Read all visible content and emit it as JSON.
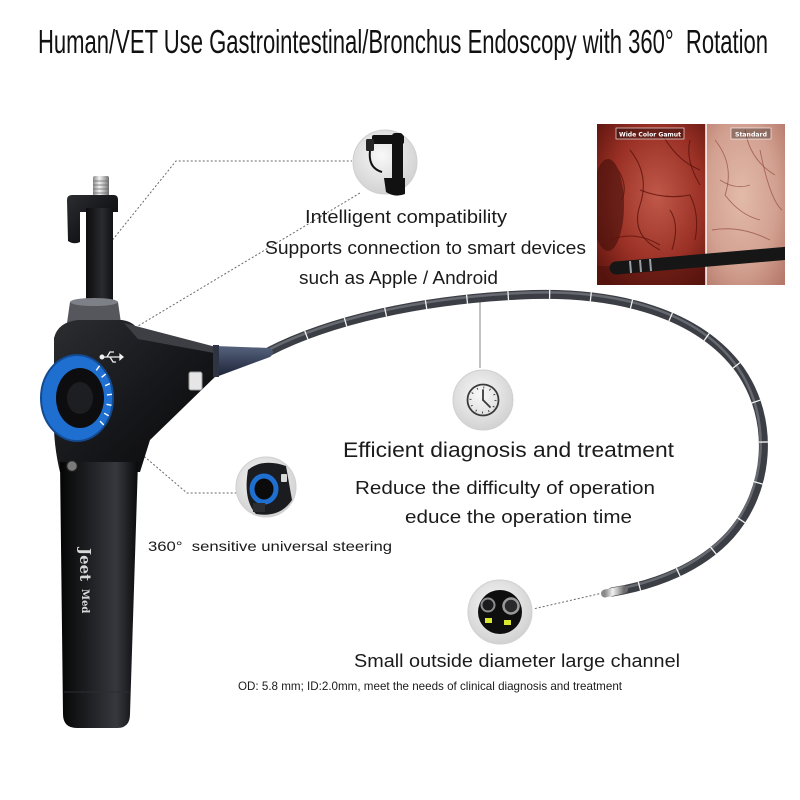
{
  "title": "Human/VET Use Gastrointestinal/Bronchus Endoscopy with 360°  Rotation",
  "brand": {
    "primary": "Jeet",
    "secondary": "Med"
  },
  "features": {
    "compatibility": {
      "heading": "Intelligent compatibility",
      "lines": [
        "Supports connection to smart devices",
        "such as Apple / Android"
      ],
      "icon": "phone-holder-icon"
    },
    "efficiency": {
      "heading": "Efficient diagnosis and treatment",
      "lines": [
        "Reduce the difficulty of operation",
        "educe the operation time"
      ],
      "icon": "clock-icon"
    },
    "steering": {
      "caption": "360°  sensitive universal steering",
      "icon": "steering-dial-icon"
    },
    "channel": {
      "heading": "Small outside diameter large channel",
      "detail": "OD: 5.8 mm; ID:2.0mm, meet the needs of clinical diagnosis and treatment",
      "icon": "scope-tip-icon"
    }
  },
  "inset": {
    "left_label": "Wide Color Gamut",
    "right_label": "Standard"
  },
  "icons": [
    "phone-holder-icon",
    "steering-dial-icon",
    "clock-icon",
    "scope-tip-icon",
    "usb-icon"
  ],
  "colors": {
    "background": "#ffffff",
    "text": "#111111",
    "handle": "#1c1c1e",
    "dial_blue": "#1f6fd0",
    "cable": "#3b3e44",
    "led": "#d8e830",
    "tissue_wide_gamut": "#9b3126",
    "tissue_standard": "#d2a090"
  }
}
